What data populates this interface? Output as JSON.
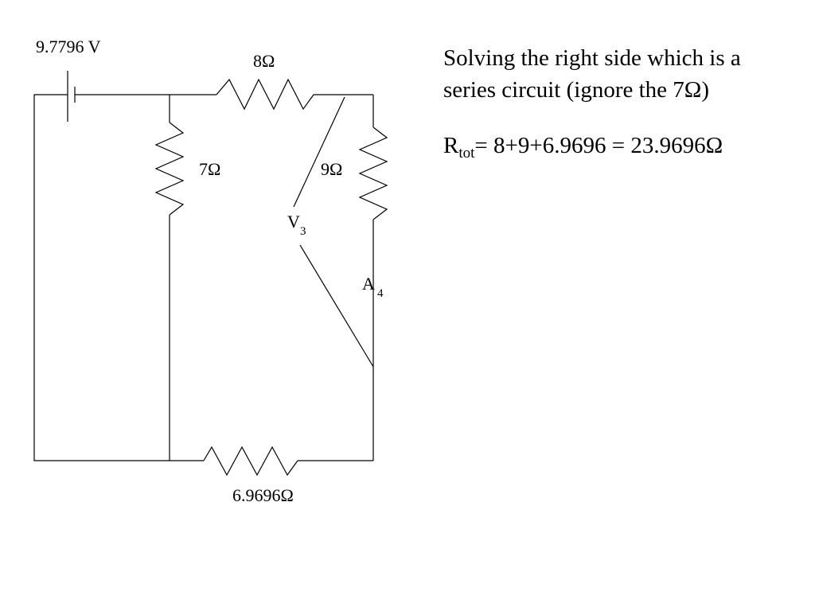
{
  "diagram": {
    "battery_label": "9.7796 V",
    "resistors": {
      "r8": "8Ω",
      "r7": "7Ω",
      "r9": "9Ω",
      "r_bottom": "6.9696Ω"
    },
    "voltmeter": {
      "letter": "V",
      "index": "3"
    },
    "ammeter": {
      "letter": "A",
      "index": "4"
    }
  },
  "notes": {
    "line1": "Solving the right side which is a",
    "line2": "series circuit (ignore the 7Ω)",
    "rtot_symbol": "R",
    "rtot_sub": "tot",
    "rtot_expr": "= 8+9+6.9696 = 23.9696Ω"
  }
}
